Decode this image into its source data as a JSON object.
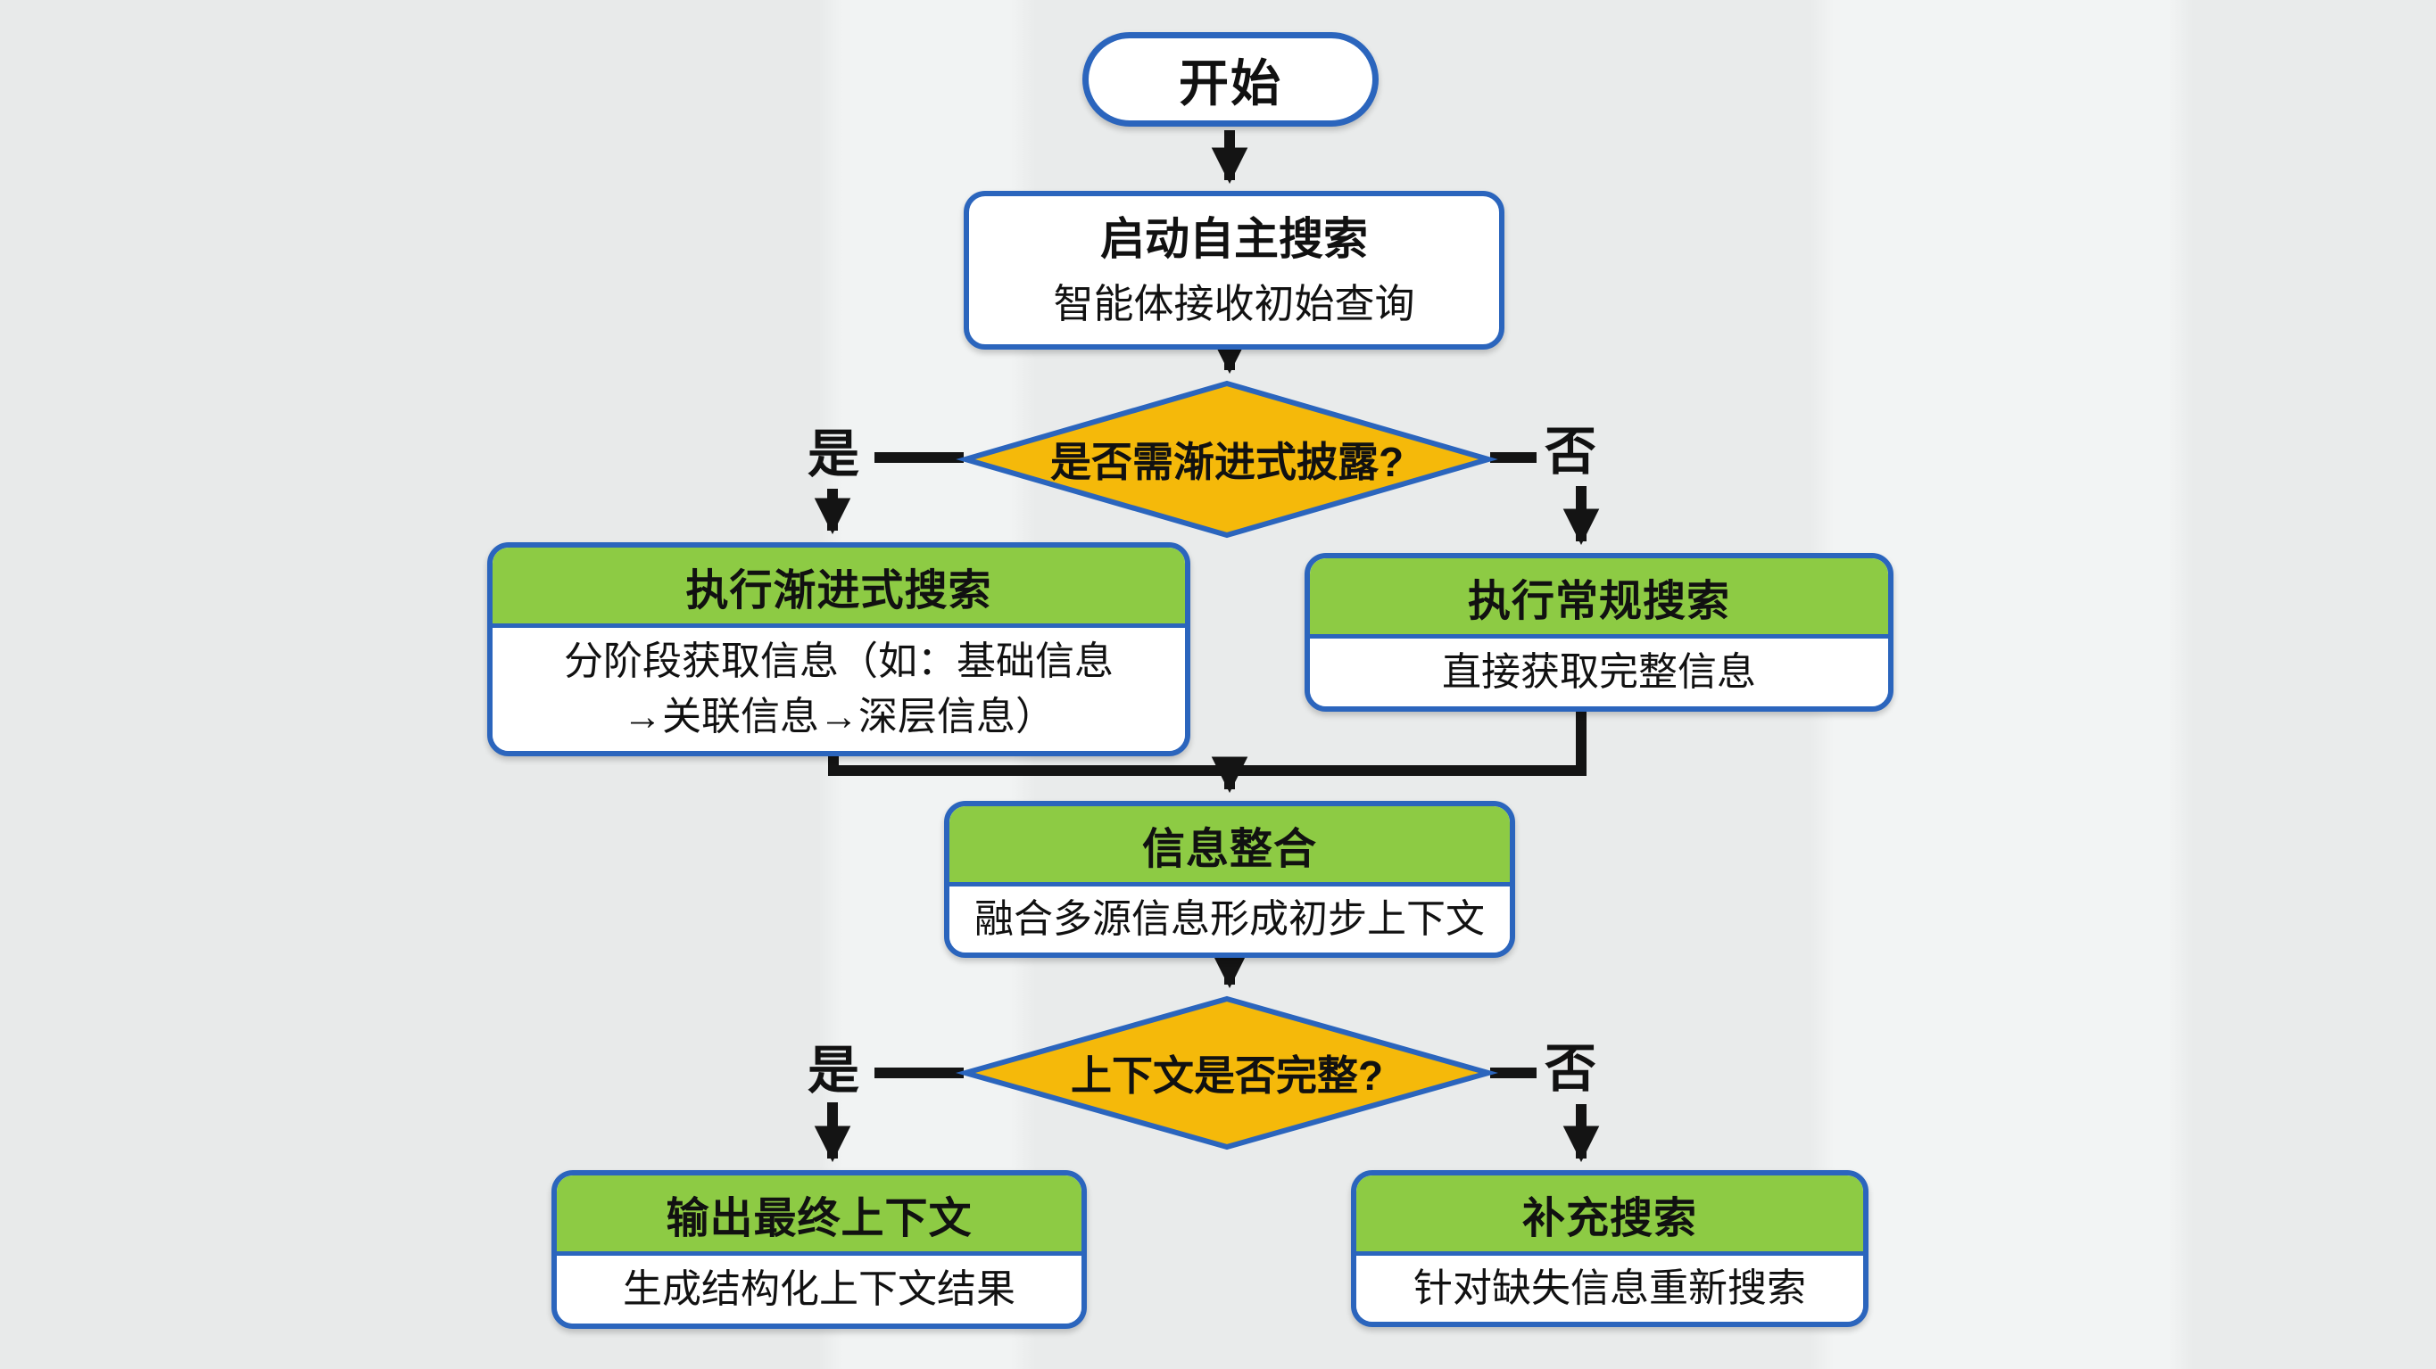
{
  "diagram": {
    "nodes": {
      "start": {
        "title": "开始"
      },
      "launch": {
        "title": "启动自主搜索",
        "subtitle": "智能体接收初始查询"
      },
      "decision_disclosure": {
        "question": "是否需渐进式披露?"
      },
      "progressive_search": {
        "title": "执行渐进式搜索",
        "body_line1": "分阶段获取信息（如：基础信息",
        "body_line2": "→关联信息→深层信息）"
      },
      "regular_search": {
        "title": "执行常规搜索",
        "subtitle": "直接获取完整信息"
      },
      "integration": {
        "title": "信息整合",
        "subtitle": "融合多源信息形成初步上下文"
      },
      "decision_complete": {
        "question": "上下文是否完整?"
      },
      "final_output": {
        "title": "输出最终上下文",
        "subtitle": "生成结构化上下文结果"
      },
      "supplementary_search": {
        "title": "补充搜索",
        "subtitle": "针对缺失信息重新搜索"
      }
    },
    "edge_labels": {
      "disclosure_yes": "是",
      "disclosure_no": "否",
      "complete_yes": "是",
      "complete_no": "否"
    }
  },
  "colors": {
    "node_border_blue": "#2b65bd",
    "decision_fill_yellow": "#f5b90a",
    "header_fill_green": "#8dcb44",
    "connector_black": "#141414",
    "node_fill_white": "#ffffff",
    "background_gray": "#e9ebeb",
    "text_black": "#111111"
  }
}
